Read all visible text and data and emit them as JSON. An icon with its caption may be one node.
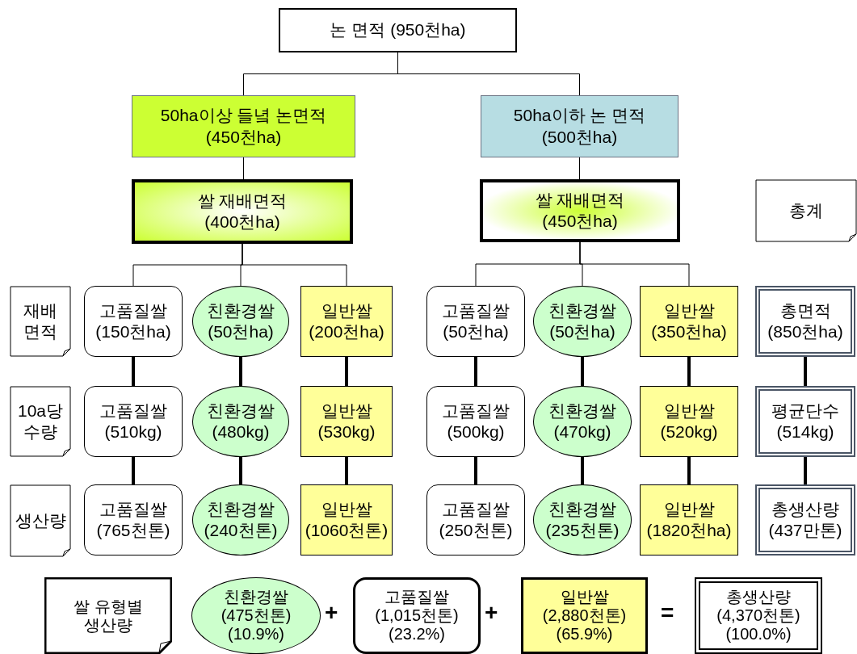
{
  "diagram": {
    "nodes": [
      {
        "text": [
          "논 면적 (950천ha)"
        ]
      },
      {
        "text": [
          "50ha이상 들녘 논면적",
          "(450천ha)"
        ]
      },
      {
        "text": [
          "50ha이하 논 면적",
          "(500천ha)"
        ]
      },
      {
        "text": [
          "쌀 재배면적",
          "(400천ha)"
        ]
      },
      {
        "text": [
          "쌀 재배면적",
          "(450천ha)"
        ]
      },
      {
        "text": [
          "총계"
        ]
      },
      {
        "text": [
          "재배면적"
        ]
      },
      {
        "text": [
          "고품질쌀",
          "(150천ha)"
        ]
      },
      {
        "text": [
          "친환경쌀",
          "(50천ha)"
        ]
      },
      {
        "text": [
          "일반쌀",
          "(200천ha)"
        ]
      },
      {
        "text": [
          "고품질쌀",
          "(50천ha)"
        ]
      },
      {
        "text": [
          "친환경쌀",
          "(50천ha)"
        ]
      },
      {
        "text": [
          "일반쌀",
          "(350천ha)"
        ]
      },
      {
        "text": [
          "총면적",
          "(850천ha)"
        ]
      },
      {
        "text": [
          "10a당 수량"
        ]
      },
      {
        "text": [
          "고품질쌀",
          "(510kg)"
        ]
      },
      {
        "text": [
          "친환경쌀",
          "(480kg)"
        ]
      },
      {
        "text": [
          "일반쌀",
          "(530kg)"
        ]
      },
      {
        "text": [
          "고품질쌀",
          "(500kg)"
        ]
      },
      {
        "text": [
          "친환경쌀",
          "(470kg)"
        ]
      },
      {
        "text": [
          "일반쌀",
          "(520kg)"
        ]
      },
      {
        "text": [
          "평균단수",
          "(514kg)"
        ]
      },
      {
        "text": [
          "생산량"
        ]
      },
      {
        "text": [
          "고품질쌀",
          "(765천톤)"
        ]
      },
      {
        "text": [
          "친환경쌀",
          "(240천톤)"
        ]
      },
      {
        "text": [
          "일반쌀",
          "(1060천톤)"
        ]
      },
      {
        "text": [
          "고품질쌀",
          "(250천톤)"
        ]
      },
      {
        "text": [
          "친환경쌀",
          "(235천톤)"
        ]
      },
      {
        "text": [
          "일반쌀",
          "(1820천ha)"
        ]
      },
      {
        "text": [
          "총생산량",
          "(437만톤)"
        ]
      },
      {
        "text": [
          "쌀 유형별 생산량"
        ]
      },
      {
        "text": [
          "친환경쌀",
          "(475천톤)",
          "(10.9%)"
        ]
      },
      {
        "text": [
          "고품질쌀",
          "(1,015천톤)",
          "(23.2%)"
        ]
      },
      {
        "text": [
          "일반쌀",
          "(2,880천톤)",
          "(65.9%)"
        ]
      },
      {
        "text": [
          "총생산량",
          "(4,370천톤)",
          "(100.0%)"
        ]
      }
    ],
    "edges": [
      {
        "from": 0,
        "to": 1,
        "arrow": "none"
      },
      {
        "from": 0,
        "to": 2,
        "arrow": "none"
      },
      {
        "from": 1,
        "to": 3,
        "arrow": "none"
      },
      {
        "from": 2,
        "to": 4,
        "arrow": "none"
      },
      {
        "from": 3,
        "to": 7,
        "arrow": "none"
      },
      {
        "from": 3,
        "to": 8,
        "arrow": "none"
      },
      {
        "from": 3,
        "to": 9,
        "arrow": "none"
      },
      {
        "from": 4,
        "to": 10,
        "arrow": "none"
      },
      {
        "from": 4,
        "to": 11,
        "arrow": "none"
      },
      {
        "from": 4,
        "to": 12,
        "arrow": "none"
      },
      {
        "from": 7,
        "to": 15,
        "arrow": "none"
      },
      {
        "from": 8,
        "to": 16,
        "arrow": "none"
      },
      {
        "from": 9,
        "to": 17,
        "arrow": "none"
      },
      {
        "from": 10,
        "to": 18,
        "arrow": "none"
      },
      {
        "from": 11,
        "to": 19,
        "arrow": "none"
      },
      {
        "from": 12,
        "to": 20,
        "arrow": "none"
      },
      {
        "from": 13,
        "to": 21,
        "arrow": "none"
      },
      {
        "from": 15,
        "to": 23,
        "arrow": "none"
      },
      {
        "from": 16,
        "to": 24,
        "arrow": "none"
      },
      {
        "from": 17,
        "to": 25,
        "arrow": "none"
      },
      {
        "from": 18,
        "to": 26,
        "arrow": "none"
      },
      {
        "from": 19,
        "to": 27,
        "arrow": "none"
      },
      {
        "from": 20,
        "to": 28,
        "arrow": "none"
      },
      {
        "from": 21,
        "to": 29,
        "arrow": "none"
      }
    ],
    "labels": [
      "+",
      "+",
      "="
    ]
  }
}
